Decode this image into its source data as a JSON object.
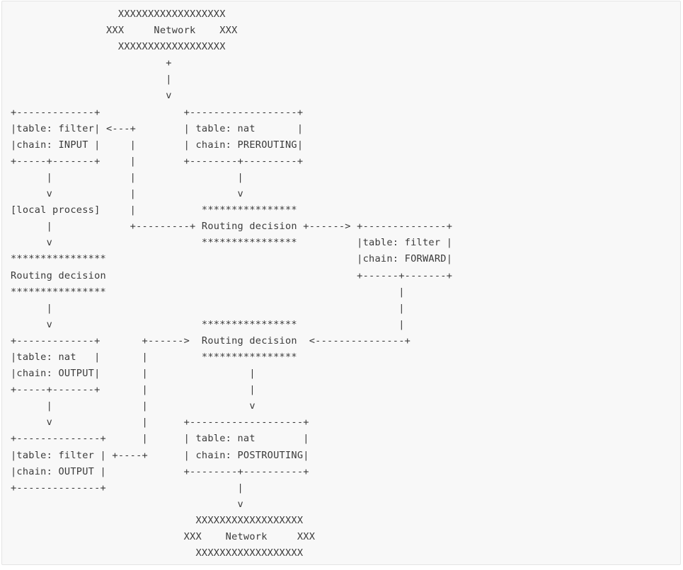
{
  "diagram": {
    "lines": [
      "                  XXXXXXXXXXXXXXXXXX",
      "                XXX     Network    XXX",
      "                  XXXXXXXXXXXXXXXXXX",
      "                          +",
      "                          |",
      "                          v",
      "+-------------+              +------------------+",
      "|table: filter| <---+        | table: nat       |",
      "|chain: INPUT |     |        | chain: PREROUTING|",
      "+-----+-------+     |        +--------+---------+",
      "      |             |                 |",
      "      v             |                 v",
      "[local process]     |           ****************",
      "      |             +---------+ Routing decision +------> +--------------+",
      "      v                         ****************          |table: filter |",
      "****************                                          |chain: FORWARD|",
      "Routing decision                                          +------+-------+",
      "****************                                                 |",
      "      |                                                          |",
      "      v                         ****************                 |",
      "+-------------+       +------>  Routing decision  <---------------+",
      "|table: nat   |       |         ****************",
      "|chain: OUTPUT|       |                 |",
      "+-----+-------+       |                 |",
      "      |               |                 v",
      "      v               |      +-------------------+",
      "+--------------+      |      | table: nat        |",
      "|table: filter | +----+      | chain: POSTROUTING|",
      "|chain: OUTPUT |             +--------+----------+",
      "+--------------+                      |",
      "                                      v",
      "                               XXXXXXXXXXXXXXXXXX",
      "                             XXX    Network     XXX",
      "                               XXXXXXXXXXXXXXXXXX"
    ]
  }
}
